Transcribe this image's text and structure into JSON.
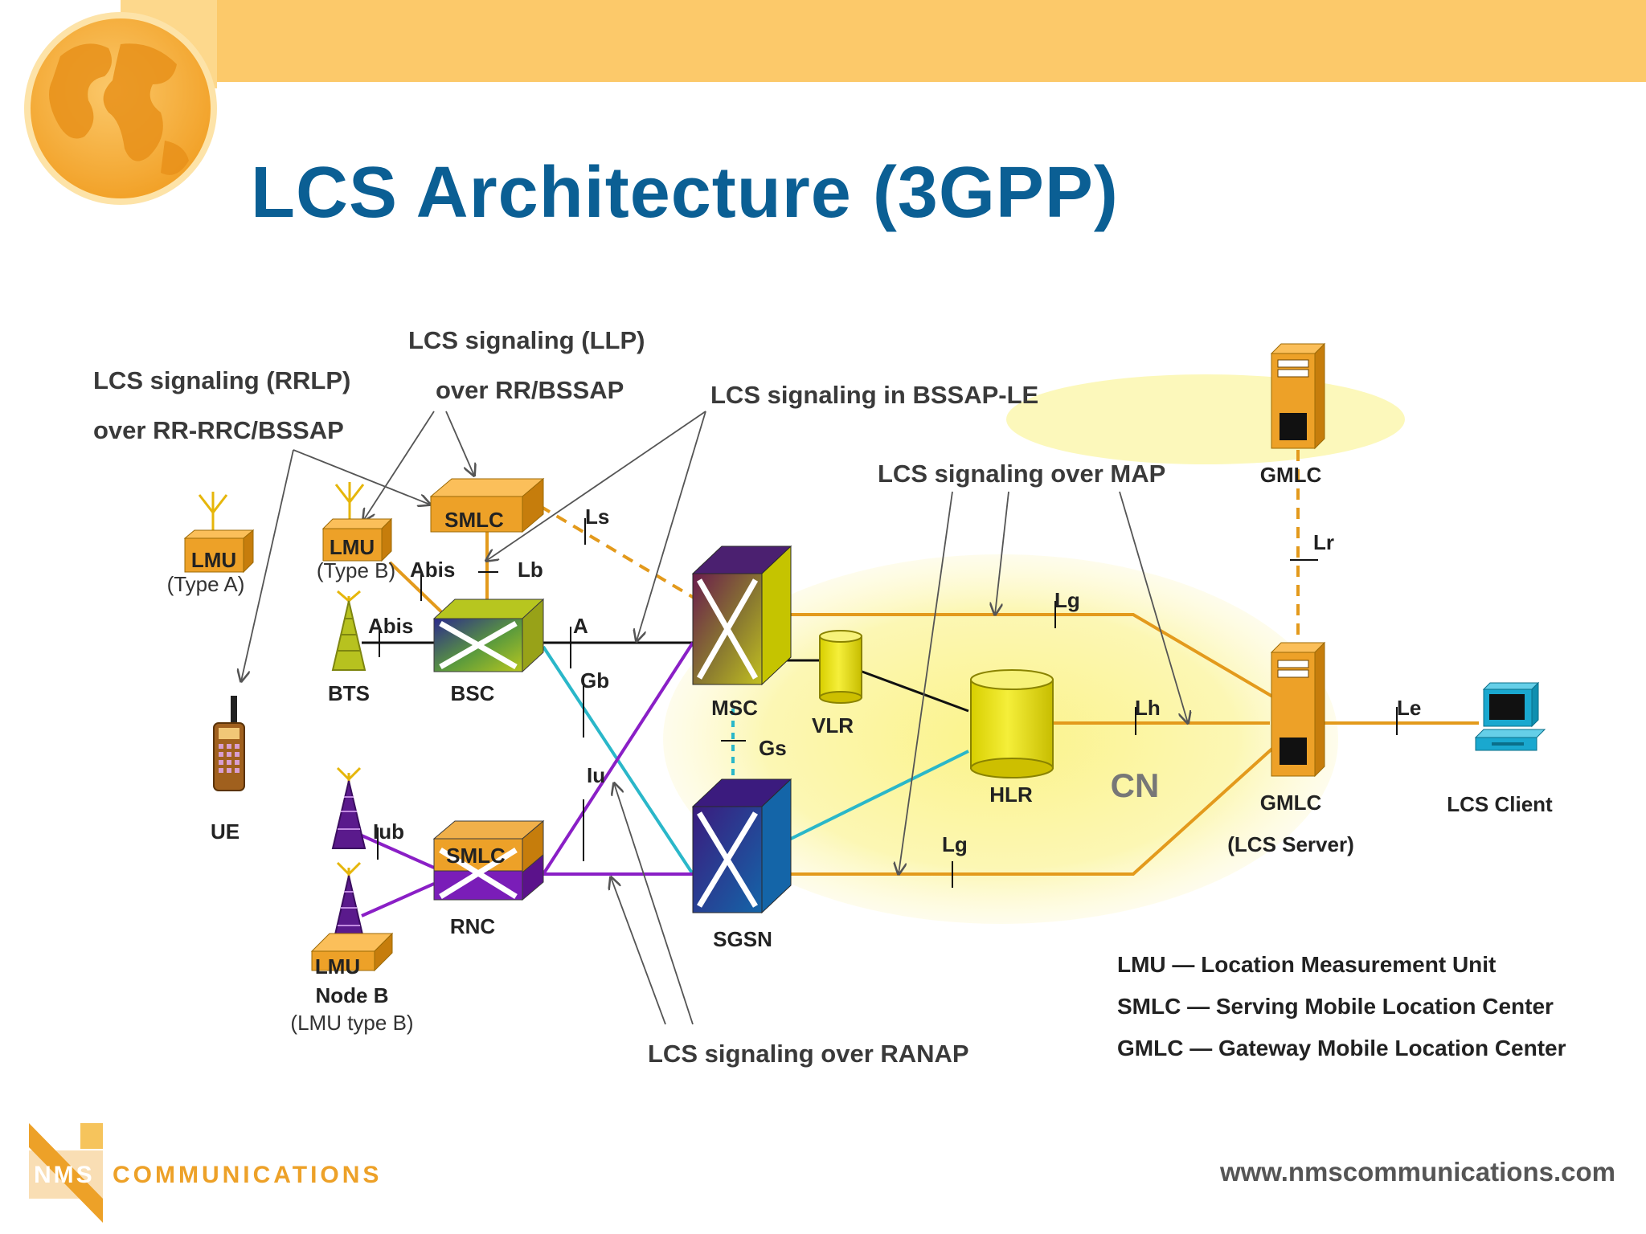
{
  "title": "LCS Architecture (3GPP)",
  "colors": {
    "title": "#0b5f94",
    "banner": "#fcc96a",
    "globe": "#f4a62a",
    "orange_line": "#e39a1c",
    "purple_line": "#8a1fc6",
    "cyan_line": "#2ab7c9",
    "cn_ellipse": "#fbf6a8",
    "label": "#3a3a3a"
  },
  "annotations": {
    "rrlp_line1": "LCS signaling (RRLP)",
    "rrlp_line2": "over RR-RRC/BSSAP",
    "llp_line1": "LCS signaling (LLP)",
    "llp_line2": "over RR/BSSAP",
    "bssap_le": "LCS signaling in BSSAP-LE",
    "map": "LCS signaling over MAP",
    "ranap": "LCS signaling over RANAP"
  },
  "nodes": {
    "lmu_a": "LMU",
    "lmu_a_sub": "(Type A)",
    "lmu_b": "LMU",
    "lmu_b_sub": "(Type B)",
    "smlc_top": "SMLC",
    "bts": "BTS",
    "bsc": "BSC",
    "ue": "UE",
    "smlc_rnc": "SMLC",
    "rnc": "RNC",
    "lmu_nodeb": "LMU",
    "nodeb": "Node B",
    "nodeb_sub": "(LMU type B)",
    "msc": "MSC",
    "vlr": "VLR",
    "sgsn": "SGSN",
    "hlr": "HLR",
    "cn": "CN",
    "gmlc_top": "GMLC",
    "gmlc_server": "GMLC",
    "gmlc_server_sub": "(LCS Server)",
    "lcs_client": "LCS Client"
  },
  "interfaces": {
    "abis1": "Abis",
    "abis2": "Abis",
    "ls": "Ls",
    "lb": "Lb",
    "a": "A",
    "gb": "Gb",
    "iu": "Iu",
    "iub": "Iub",
    "gs": "Gs",
    "lg_top": "Lg",
    "lg_bottom": "Lg",
    "lh": "Lh",
    "lr": "Lr",
    "le": "Le"
  },
  "legend": [
    "LMU — Location Measurement Unit",
    "SMLC — Serving Mobile Location Center",
    "GMLC — Gateway Mobile Location Center"
  ],
  "footer": {
    "logo_nms": "NMS",
    "logo_comm": "COMMUNICATIONS",
    "url": "www.nmscommunications.com"
  }
}
